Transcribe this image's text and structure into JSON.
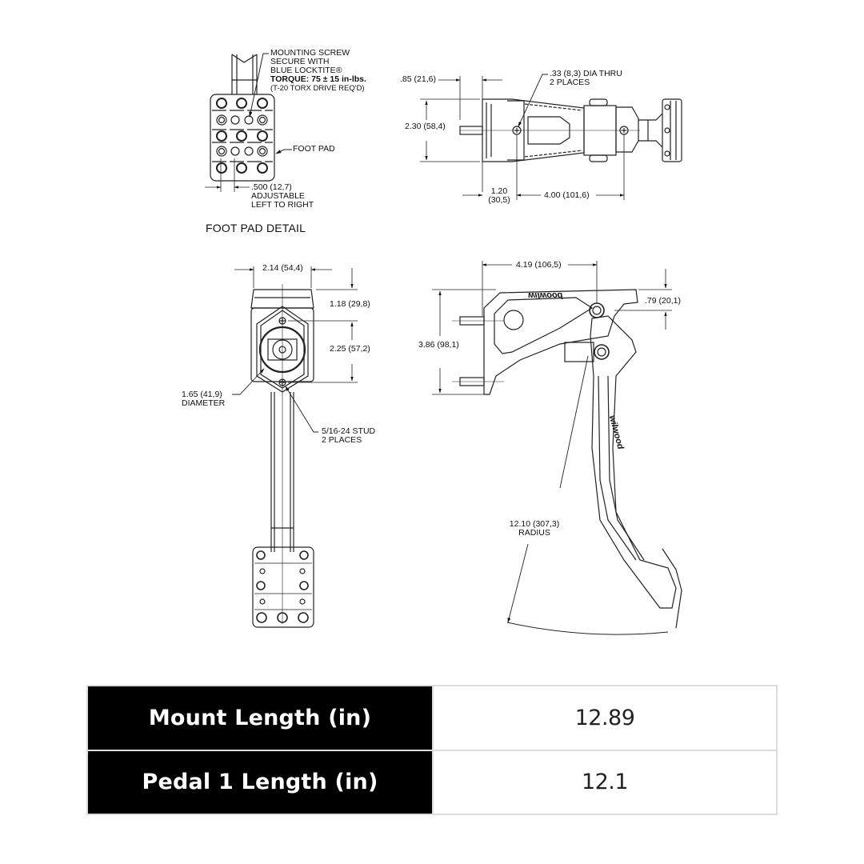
{
  "foot_pad_detail": {
    "title": "FOOT PAD DETAIL",
    "callout_screw": [
      "MOUNTING SCREW",
      "SECURE WITH",
      "BLUE LOCKTITE®",
      "TORQUE: 75 ± 15 in-lbs.",
      "(T-20 TORX DRIVE REQ'D)"
    ],
    "callout_foot_pad": "FOOT PAD",
    "dim_adjust": [
      ".500 (12,7)",
      "ADJUSTABLE",
      "LEFT TO RIGHT"
    ]
  },
  "top_view": {
    "dim_offset": ".85 (21,6)",
    "callout_hole": [
      ".33 (8,3) DIA THRU",
      "2 PLACES"
    ],
    "dim_height": "2.30 (58,4)",
    "dim_stud": [
      "1.20",
      "(30,5)"
    ],
    "dim_length": "4.00 (101,6)"
  },
  "front_view": {
    "dim_width": "2.14 (54,4)",
    "dim_top": "1.18 (29,8)",
    "dim_stud_spacing": "2.25 (57,2)",
    "callout_diameter": [
      "1.65 (41,9)",
      "DIAMETER"
    ],
    "callout_stud": [
      "5/16-24 STUD",
      "2 PLACES"
    ]
  },
  "side_view": {
    "dim_width": "4.19 (106,5)",
    "dim_offset": ".79 (20,1)",
    "dim_height": "3.86 (98,1)",
    "callout_radius": [
      "12.10 (307,3)",
      "RADIUS"
    ],
    "brand_text": "wilwood"
  },
  "spec_table": {
    "rows": [
      {
        "label": "Mount Length (in)",
        "value": "12.89"
      },
      {
        "label": "Pedal 1 Length (in)",
        "value": "12.1"
      }
    ]
  }
}
